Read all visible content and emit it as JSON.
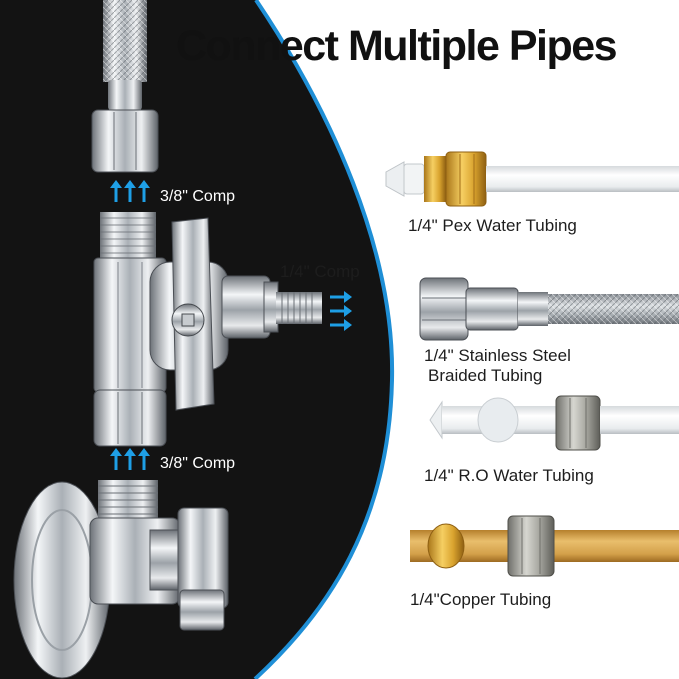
{
  "headline": "Connect Multiple Pipes",
  "valve_labels": {
    "top": "3/8\" Comp",
    "side": "1/4\" Comp",
    "bottom": "3/8\" Comp"
  },
  "tubing": [
    {
      "name": "pex",
      "lines": [
        "1/4\" Pex Water Tubing"
      ]
    },
    {
      "name": "stainless",
      "lines": [
        "1/4\" Stainless Steel",
        "Braided Tubing"
      ]
    },
    {
      "name": "ro",
      "lines": [
        "1/4\" R.O Water Tubing"
      ]
    },
    {
      "name": "copper",
      "lines": [
        "1/4\"Copper Tubing"
      ]
    }
  ],
  "colors": {
    "dark_panel": "#131313",
    "accent_blue": "#1f8fd6",
    "arrow_blue": "#1e9fe6",
    "chrome_light": "#eef0f2",
    "chrome_dark": "#7b8087",
    "copper": "#d9a54e",
    "brass": "#d9a32e"
  },
  "icons": {
    "flow_arrows": "arrow-up-icon",
    "side_arrows": "arrow-right-icon"
  }
}
